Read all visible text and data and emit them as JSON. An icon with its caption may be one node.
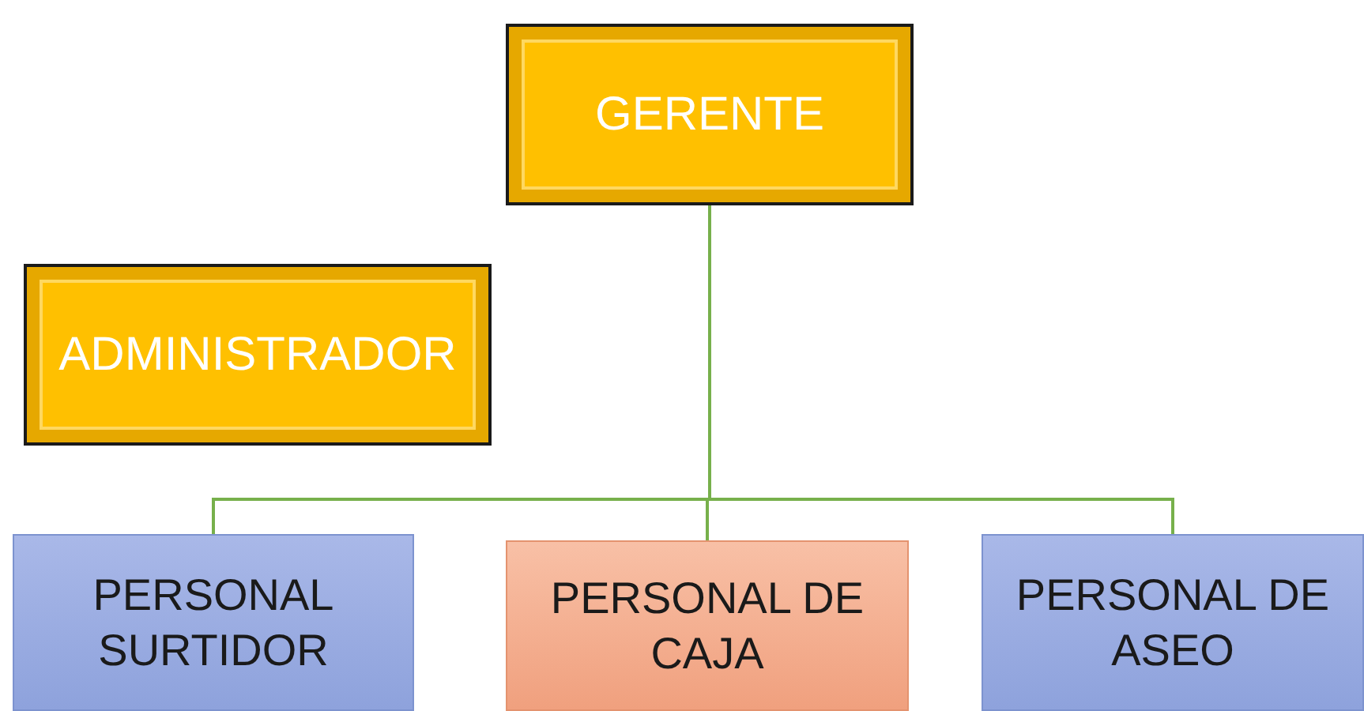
{
  "diagram": {
    "nodes": [
      {
        "text": [
          "GERENTE"
        ]
      },
      {
        "text": [
          "ADMINISTRADOR"
        ]
      },
      {
        "text": [
          "PERSONAL SURTIDOR"
        ]
      },
      {
        "text": [
          "PERSONAL DE CAJA"
        ]
      },
      {
        "text": [
          "PERSONAL DE ASEO"
        ]
      }
    ],
    "edges": [
      {
        "from": 0,
        "to": 2,
        "arrow": "none"
      },
      {
        "from": 0,
        "to": 3,
        "arrow": "none"
      },
      {
        "from": 0,
        "to": 4,
        "arrow": "none"
      }
    ]
  }
}
